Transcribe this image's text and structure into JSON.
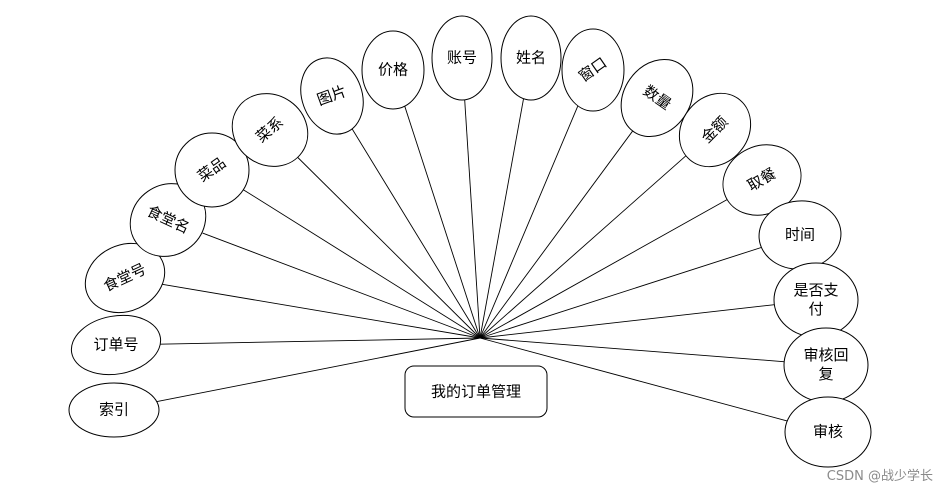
{
  "entity": {
    "name": "我的订单管理"
  },
  "attributes": [
    {
      "id": "suoyin",
      "lines": [
        "索引"
      ]
    },
    {
      "id": "dingdanhao",
      "lines": [
        "订单号"
      ]
    },
    {
      "id": "shitanghao",
      "lines": [
        "食堂号"
      ]
    },
    {
      "id": "shitangming",
      "lines": [
        "食堂名"
      ]
    },
    {
      "id": "caipin",
      "lines": [
        "菜品"
      ]
    },
    {
      "id": "caixi",
      "lines": [
        "菜系"
      ]
    },
    {
      "id": "tupian",
      "lines": [
        "图片"
      ]
    },
    {
      "id": "jiage",
      "lines": [
        "价格"
      ]
    },
    {
      "id": "zhanghao",
      "lines": [
        "账号"
      ]
    },
    {
      "id": "xingming",
      "lines": [
        "姓名"
      ]
    },
    {
      "id": "chuangkou",
      "lines": [
        "窗口"
      ]
    },
    {
      "id": "shuliang",
      "lines": [
        "数量"
      ]
    },
    {
      "id": "jine",
      "lines": [
        "金额"
      ]
    },
    {
      "id": "qucan",
      "lines": [
        "取餐"
      ]
    },
    {
      "id": "shijian",
      "lines": [
        "时间"
      ]
    },
    {
      "id": "shifouzhifu",
      "lines": [
        "是否支",
        "付"
      ]
    },
    {
      "id": "shenhehuifu",
      "lines": [
        "审核回",
        "复"
      ]
    },
    {
      "id": "shenhe",
      "lines": [
        "审核"
      ]
    }
  ],
  "watermark": "CSDN @战少学长"
}
